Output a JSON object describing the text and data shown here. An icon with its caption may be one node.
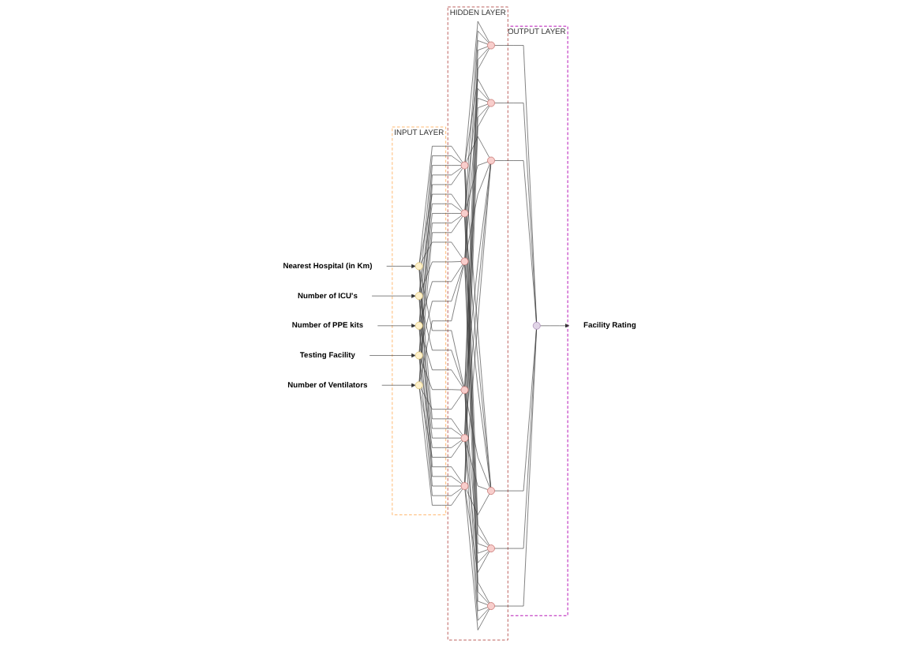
{
  "diagram": {
    "nodes": [
      {
        "text": [
          "Nearest Hospital (in Km)"
        ]
      },
      {
        "text": [
          "Number of ICU's"
        ]
      },
      {
        "text": [
          "Number of PPE kits"
        ]
      },
      {
        "text": [
          "Testing Facility"
        ]
      },
      {
        "text": [
          "Number of Ventilators"
        ]
      },
      {
        "text": [
          "INPUT LAYER"
        ]
      },
      {
        "text": [],
        "shape": "circle",
        "in": 5
      },
      {
        "text": [],
        "shape": "circle",
        "in": 5
      },
      {
        "text": [],
        "shape": "circle",
        "in": 5
      },
      {
        "text": [],
        "shape": "circle",
        "in": 5
      },
      {
        "text": [],
        "shape": "circle",
        "in": 5
      },
      {
        "text": [
          "HIDDEN LAYER"
        ]
      },
      {
        "text": [],
        "shape": "circle",
        "in": 11
      },
      {
        "text": [],
        "shape": "circle",
        "in": 11
      },
      {
        "text": [],
        "shape": "circle",
        "in": 11
      },
      {
        "text": [],
        "shape": "circle",
        "in": 11
      },
      {
        "text": [],
        "shape": "circle",
        "in": 11
      },
      {
        "text": [],
        "shape": "circle",
        "in": 11
      },
      {
        "text": [],
        "shape": "circle",
        "in": 11
      },
      {
        "text": [],
        "shape": "circle",
        "in": 11
      },
      {
        "text": [],
        "shape": "circle",
        "in": 11
      },
      {
        "text": [],
        "shape": "circle",
        "in": 11
      },
      {
        "text": [],
        "shape": "circle",
        "in": 11
      },
      {
        "text": [],
        "shape": "circle",
        "in": 11
      },
      {
        "text": [
          "OUTPUT LAYER"
        ]
      },
      {
        "text": [],
        "shape": "circle",
        "in": 24
      },
      {
        "text": [
          "Facility Rating"
        ]
      }
    ],
    "edges": [
      {
        "from": 0,
        "to": 6,
        "arrow": "to"
      },
      {
        "from": 1,
        "to": 7,
        "arrow": "to"
      },
      {
        "from": 2,
        "to": 8,
        "arrow": "to"
      },
      {
        "from": 3,
        "to": 9,
        "arrow": "to"
      },
      {
        "from": 4,
        "to": 10,
        "arrow": "to"
      },
      {
        "from": 6,
        "to": 12,
        "arrow": "none"
      },
      {
        "from": 6,
        "to": 13,
        "arrow": "none"
      },
      {
        "from": 6,
        "to": 14,
        "arrow": "none"
      },
      {
        "from": 6,
        "to": 15,
        "arrow": "none"
      },
      {
        "from": 6,
        "to": 16,
        "arrow": "none"
      },
      {
        "from": 6,
        "to": 17,
        "arrow": "none"
      },
      {
        "from": 7,
        "to": 12,
        "arrow": "none"
      },
      {
        "from": 7,
        "to": 13,
        "arrow": "none"
      },
      {
        "from": 7,
        "to": 14,
        "arrow": "none"
      },
      {
        "from": 7,
        "to": 15,
        "arrow": "none"
      },
      {
        "from": 7,
        "to": 16,
        "arrow": "none"
      },
      {
        "from": 7,
        "to": 17,
        "arrow": "none"
      },
      {
        "from": 8,
        "to": 12,
        "arrow": "none"
      },
      {
        "from": 8,
        "to": 13,
        "arrow": "none"
      },
      {
        "from": 8,
        "to": 14,
        "arrow": "none"
      },
      {
        "from": 8,
        "to": 15,
        "arrow": "none"
      },
      {
        "from": 8,
        "to": 16,
        "arrow": "none"
      },
      {
        "from": 8,
        "to": 17,
        "arrow": "none"
      },
      {
        "from": 9,
        "to": 12,
        "arrow": "none"
      },
      {
        "from": 9,
        "to": 13,
        "arrow": "none"
      },
      {
        "from": 9,
        "to": 14,
        "arrow": "none"
      },
      {
        "from": 9,
        "to": 15,
        "arrow": "none"
      },
      {
        "from": 9,
        "to": 16,
        "arrow": "none"
      },
      {
        "from": 9,
        "to": 17,
        "arrow": "none"
      },
      {
        "from": 10,
        "to": 12,
        "arrow": "none"
      },
      {
        "from": 10,
        "to": 13,
        "arrow": "none"
      },
      {
        "from": 10,
        "to": 14,
        "arrow": "none"
      },
      {
        "from": 10,
        "to": 15,
        "arrow": "none"
      },
      {
        "from": 10,
        "to": 16,
        "arrow": "none"
      },
      {
        "from": 10,
        "to": 17,
        "arrow": "none"
      },
      {
        "from": 12,
        "to": 18,
        "arrow": "none"
      },
      {
        "from": 12,
        "to": 19,
        "arrow": "none"
      },
      {
        "from": 12,
        "to": 20,
        "arrow": "none"
      },
      {
        "from": 12,
        "to": 21,
        "arrow": "none"
      },
      {
        "from": 12,
        "to": 22,
        "arrow": "none"
      },
      {
        "from": 12,
        "to": 23,
        "arrow": "none"
      },
      {
        "from": 13,
        "to": 18,
        "arrow": "none"
      },
      {
        "from": 13,
        "to": 19,
        "arrow": "none"
      },
      {
        "from": 13,
        "to": 20,
        "arrow": "none"
      },
      {
        "from": 13,
        "to": 21,
        "arrow": "none"
      },
      {
        "from": 13,
        "to": 22,
        "arrow": "none"
      },
      {
        "from": 13,
        "to": 23,
        "arrow": "none"
      },
      {
        "from": 14,
        "to": 18,
        "arrow": "none"
      },
      {
        "from": 14,
        "to": 19,
        "arrow": "none"
      },
      {
        "from": 14,
        "to": 20,
        "arrow": "none"
      },
      {
        "from": 14,
        "to": 21,
        "arrow": "none"
      },
      {
        "from": 14,
        "to": 22,
        "arrow": "none"
      },
      {
        "from": 14,
        "to": 23,
        "arrow": "none"
      },
      {
        "from": 15,
        "to": 18,
        "arrow": "none"
      },
      {
        "from": 15,
        "to": 19,
        "arrow": "none"
      },
      {
        "from": 15,
        "to": 20,
        "arrow": "none"
      },
      {
        "from": 15,
        "to": 21,
        "arrow": "none"
      },
      {
        "from": 15,
        "to": 22,
        "arrow": "none"
      },
      {
        "from": 15,
        "to": 23,
        "arrow": "none"
      },
      {
        "from": 16,
        "to": 18,
        "arrow": "none"
      },
      {
        "from": 16,
        "to": 19,
        "arrow": "none"
      },
      {
        "from": 16,
        "to": 20,
        "arrow": "none"
      },
      {
        "from": 16,
        "to": 21,
        "arrow": "none"
      },
      {
        "from": 16,
        "to": 22,
        "arrow": "none"
      },
      {
        "from": 16,
        "to": 23,
        "arrow": "none"
      },
      {
        "from": 17,
        "to": 18,
        "arrow": "none"
      },
      {
        "from": 17,
        "to": 19,
        "arrow": "none"
      },
      {
        "from": 17,
        "to": 20,
        "arrow": "none"
      },
      {
        "from": 17,
        "to": 21,
        "arrow": "none"
      },
      {
        "from": 17,
        "to": 22,
        "arrow": "none"
      },
      {
        "from": 17,
        "to": 23,
        "arrow": "none"
      },
      {
        "from": 18,
        "to": 25,
        "arrow": "none"
      },
      {
        "from": 19,
        "to": 25,
        "arrow": "none"
      },
      {
        "from": 20,
        "to": 25,
        "arrow": "none"
      },
      {
        "from": 21,
        "to": 25,
        "arrow": "none"
      },
      {
        "from": 22,
        "to": 25,
        "arrow": "none"
      },
      {
        "from": 23,
        "to": 25,
        "arrow": "none"
      },
      {
        "from": 25,
        "to": 26,
        "arrow": "to"
      }
    ]
  }
}
